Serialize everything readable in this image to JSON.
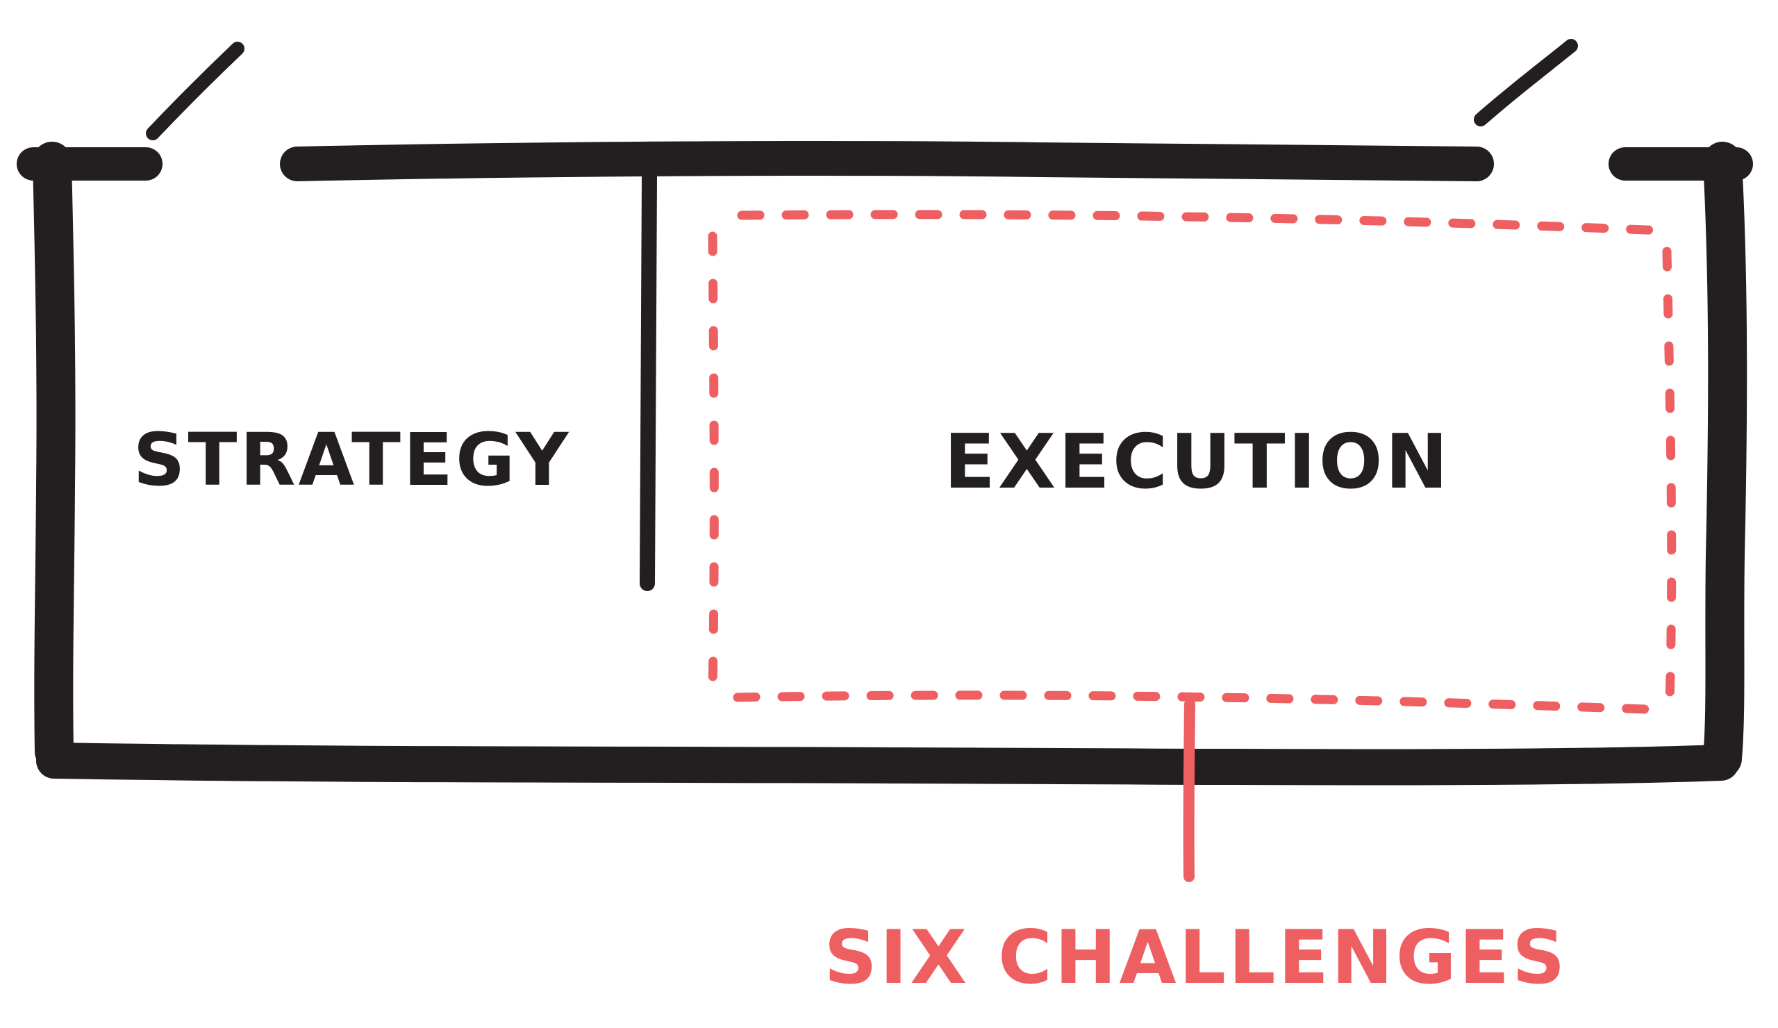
{
  "labels": {
    "strategy": "STRATEGY",
    "execution": "EXECUTION",
    "challenges": "SIX CHALLENGES"
  },
  "colors": {
    "ink": "#231f20",
    "accent": "#ee5f62",
    "background": "#ffffff"
  }
}
